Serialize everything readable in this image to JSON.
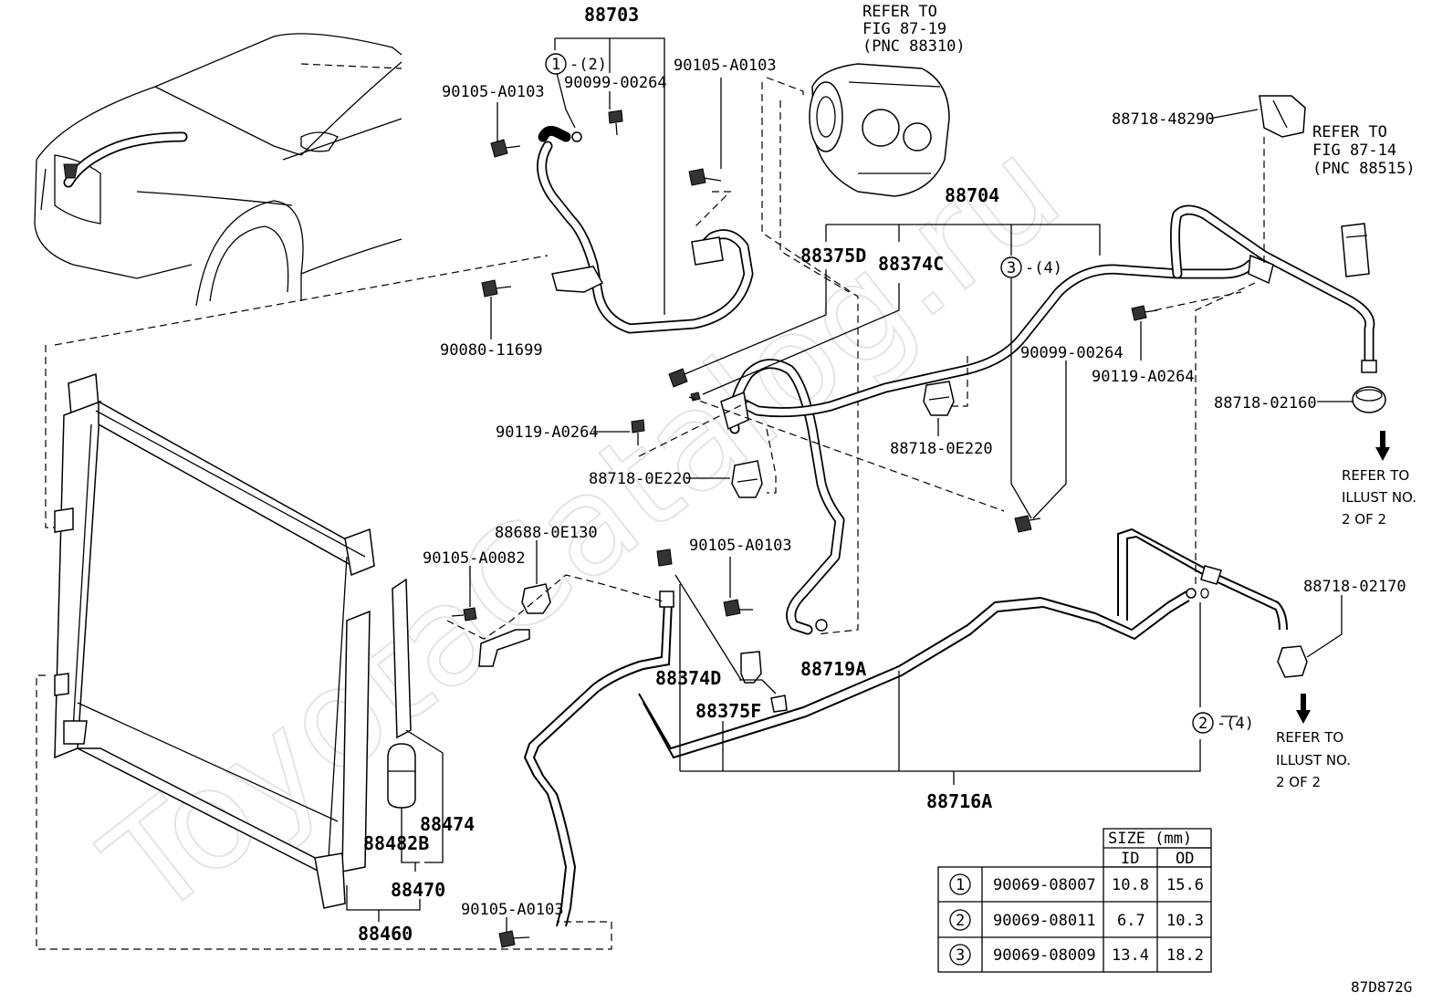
{
  "watermark": "ToyotaCatalog.ru",
  "figure_code": "87D872G",
  "labels": {
    "p88703": "88703",
    "p90105_a0103_top": "90105-A0103",
    "p90099_00264_top": "90099-00264",
    "p90105_a0103_mid": "90105-A0103",
    "circ1_qty": "-(2)",
    "refer_compressor": [
      "REFER TO",
      "FIG 87-19",
      "(PNC 88310)"
    ],
    "p88718_48290": "88718-48290",
    "refer_8714": [
      "REFER TO",
      "FIG 87-14",
      "(PNC 88515)"
    ],
    "p88704": "88704",
    "p88375D": "88375D",
    "p88374C": "88374C",
    "circ3_qty": "-(4)",
    "p90080_11699": "90080-11699",
    "p90099_00264_right": "90099-00264",
    "p90119_a0264_right": "90119-A0264",
    "p88718_02160": "88718-02160",
    "refer_illust_1": [
      "REFER TO",
      "ILLUST NO.",
      "2 OF 2"
    ],
    "p90119_a0264_left": "90119-A0264",
    "p88718_0e220_right": "88718-0E220",
    "p88718_0e220_left": "88718-0E220",
    "p88688_0e130": "88688-0E130",
    "p90105_a0082": "90105-A0082",
    "p90105_a0103_low": "90105-A0103",
    "p88718_02170": "88718-02170",
    "p88374D": "88374D",
    "p88719A": "88719A",
    "p88375F": "88375F",
    "circ2_qty": "-(4)",
    "refer_illust_2": [
      "REFER TO",
      "ILLUST NO.",
      "2 OF 2"
    ],
    "p88474": "88474",
    "p88482B": "88482B",
    "p88470": "88470",
    "p88460": "88460",
    "p88716A": "88716A",
    "p90105_a0103_bottom": "90105-A0103"
  },
  "circle_numbers": [
    "1",
    "2",
    "3"
  ],
  "size_table": {
    "title": "SIZE (mm)",
    "columns": [
      "ID",
      "OD"
    ],
    "rows": [
      {
        "key": "1",
        "part": "90069-08007",
        "id": "10.8",
        "od": "15.6"
      },
      {
        "key": "2",
        "part": "90069-08011",
        "id": "6.7",
        "od": "10.3"
      },
      {
        "key": "3",
        "part": "90069-08009",
        "id": "13.4",
        "od": "18.2"
      }
    ]
  }
}
